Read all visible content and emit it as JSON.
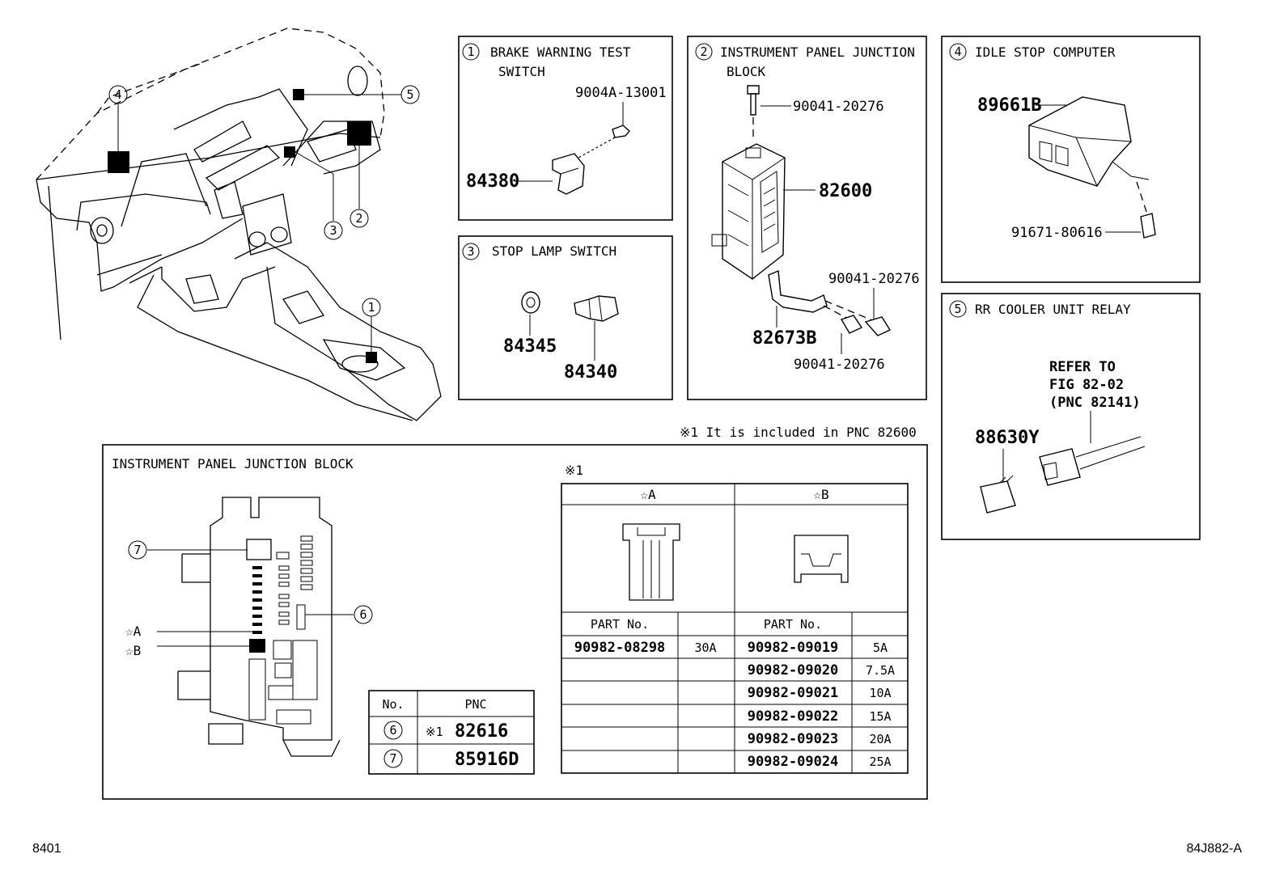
{
  "callouts": {
    "c1": "1",
    "c2": "2",
    "c3": "3",
    "c4": "4",
    "c5": "5"
  },
  "panels": {
    "p1": {
      "num": "1",
      "title1": "BRAKE WARNING TEST",
      "title2": "SWITCH",
      "parts": [
        "9004A-13001",
        "84380"
      ]
    },
    "p2": {
      "num": "2",
      "title1": "INSTRUMENT PANEL JUNCTION",
      "title2": "BLOCK",
      "parts": [
        "90041-20276",
        "82600",
        "90041-20276",
        "82673B",
        "90041-20276"
      ]
    },
    "p3": {
      "num": "3",
      "title1": "STOP LAMP SWITCH",
      "parts": [
        "84345",
        "84340"
      ]
    },
    "p4": {
      "num": "4",
      "title1": "IDLE STOP COMPUTER",
      "parts": [
        "89661B",
        "91671-80616"
      ]
    },
    "p5": {
      "num": "5",
      "title1": "RR COOLER UNIT RELAY",
      "refer": [
        "REFER TO",
        "FIG 82-02",
        "(PNC 82141)"
      ],
      "parts": [
        "88630Y"
      ]
    }
  },
  "note": "※1 It is included in PNC 82600",
  "junction": {
    "title": "INSTRUMENT PANEL JUNCTION BLOCK",
    "markers": {
      "m6": "6",
      "m7": "7",
      "starA": "☆A",
      "starB": "☆B"
    },
    "pnc_table": {
      "headers": [
        "No.",
        "PNC"
      ],
      "rows": [
        {
          "no": "6",
          "mark": "※1",
          "pnc": "82616"
        },
        {
          "no": "7",
          "mark": "",
          "pnc": "85916D"
        }
      ]
    },
    "fuse_table": {
      "note_mark": "※1",
      "head_a": "☆A",
      "head_b": "☆B",
      "part_no_label": "PART No.",
      "a_rows": [
        {
          "part": "90982-08298",
          "amp": "30A"
        }
      ],
      "b_rows": [
        {
          "part": "90982-09019",
          "amp": "5A"
        },
        {
          "part": "90982-09020",
          "amp": "7.5A"
        },
        {
          "part": "90982-09021",
          "amp": "10A"
        },
        {
          "part": "90982-09022",
          "amp": "15A"
        },
        {
          "part": "90982-09023",
          "amp": "20A"
        },
        {
          "part": "90982-09024",
          "amp": "25A"
        }
      ]
    }
  },
  "footer": {
    "left": "8401",
    "right": "84J882-A"
  }
}
